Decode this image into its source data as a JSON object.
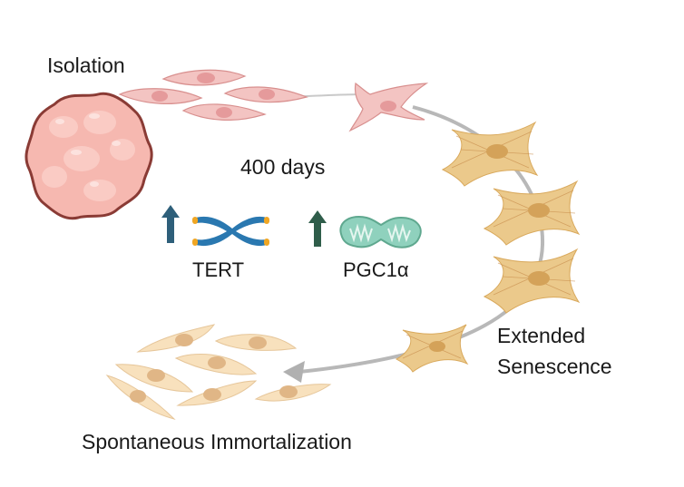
{
  "figure": {
    "stages": {
      "isolation": "Isolation",
      "duration": "400 days",
      "extended_senescence_line1": "Extended",
      "extended_senescence_line2": "Senescence",
      "spontaneous_immortalization": "Spontaneous Immortalization"
    },
    "markers": [
      {
        "name": "TERT",
        "direction": "up",
        "icon": "chromosome-icon",
        "arrow_color": "#2e5f7a"
      },
      {
        "name": "PGC1α",
        "direction": "up",
        "icon": "mitochondrion-icon",
        "arrow_color": "#2f5d4a"
      }
    ],
    "colors": {
      "tissue": "#f4b3ad",
      "tissue_outline": "#8a3b35",
      "early_cell": "#f3c4c2",
      "early_cell_nucleus": "#e59a9b",
      "senescent_cell": "#ebc98b",
      "senescent_nucleus": "#d4a259",
      "immortal_cell": "#f8e1bd",
      "immortal_nucleus": "#e0b686",
      "path": "#b8b8b8"
    }
  }
}
